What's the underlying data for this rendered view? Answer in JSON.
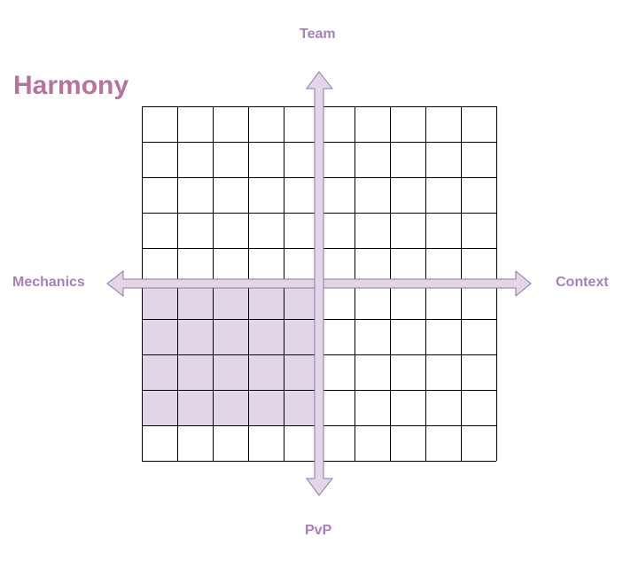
{
  "title": "Harmony",
  "axes": {
    "top": "Team",
    "bottom": "PvP",
    "left": "Mechanics",
    "right": "Context"
  },
  "grid": {
    "columns": 10,
    "rows": 10,
    "highlight": {
      "col_start": 0,
      "col_end": 5,
      "row_start": 5,
      "row_end": 9
    }
  },
  "colors": {
    "title": "#b5739d",
    "label": "#a680b8",
    "arrow_fill": "#e1d5e7",
    "arrow_stroke": "#9673a6",
    "highlight_fill": "#e1d5e7",
    "grid_stroke": "#000000"
  }
}
